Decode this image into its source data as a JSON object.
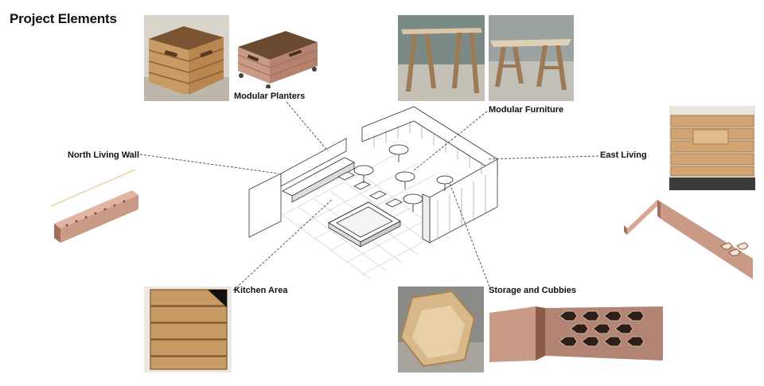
{
  "page": {
    "title": "Project Elements"
  },
  "labels": {
    "modular_planters": "Modular Planters",
    "modular_furniture": "Modular Furniture",
    "north_living_wall": "North Living Wall",
    "east_living": "East Living",
    "kitchen_area": "Kitchen Area",
    "storage_and_cubbies": "Storage and Cubbies"
  },
  "colors": {
    "cedar": "#c89a66",
    "cedar_dark": "#8e6138",
    "render_pink": "#c99a86",
    "render_pink_dark": "#9d6f5c",
    "line": "#333333",
    "floor_gray": "#cfcfcf"
  }
}
